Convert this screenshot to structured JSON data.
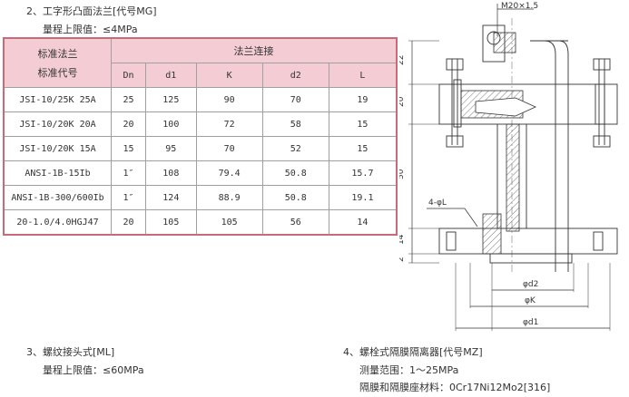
{
  "section2": {
    "title": "2、工字形凸面法兰[代号MG]",
    "range_label": "量程上限值：≤4MPa"
  },
  "table": {
    "corner_line1": "标准法兰",
    "corner_line2": "标准代号",
    "group_header": "法兰连接",
    "columns": [
      "Dn",
      "d1",
      "K",
      "d2",
      "L"
    ],
    "rows": [
      {
        "code": "JSI-10/25K 25A",
        "cells": [
          "25",
          "125",
          "90",
          "70",
          "19"
        ]
      },
      {
        "code": "JSI-10/20K 20A",
        "cells": [
          "20",
          "100",
          "72",
          "58",
          "15"
        ]
      },
      {
        "code": "JSI-10/20K 15A",
        "cells": [
          "15",
          "95",
          "70",
          "52",
          "15"
        ]
      },
      {
        "code": "ANSI-1B-15Ib",
        "cells": [
          "1″",
          "108",
          "79.4",
          "50.8",
          "15.7"
        ]
      },
      {
        "code": "ANSI-1B-300/600Ib",
        "cells": [
          "1″",
          "124",
          "88.9",
          "50.8",
          "19.1"
        ]
      },
      {
        "code": "20-1.0/4.0HGJ47",
        "cells": [
          "20",
          "105",
          "105",
          "56",
          "14"
        ]
      }
    ]
  },
  "drawing": {
    "thread_label": "M20×1.5",
    "hole_label": "4-φL",
    "dim_22": "22",
    "dim_20": "20",
    "dim_50": "50",
    "dim_14": "14",
    "dim_2": "2",
    "d2_label": "φd2",
    "k_label": "φK",
    "d1_label": "φd1"
  },
  "section3": {
    "title": "3、螺纹接头式[ML]",
    "range_label": "量程上限值：≤60MPa"
  },
  "section4": {
    "title": "4、螺栓式隔膜隔离器[代号MZ]",
    "range_label": "测量范围：1～25MPa",
    "material_label": "隔膜和隔膜座材料：0Cr17Ni12Mo2[316]"
  }
}
